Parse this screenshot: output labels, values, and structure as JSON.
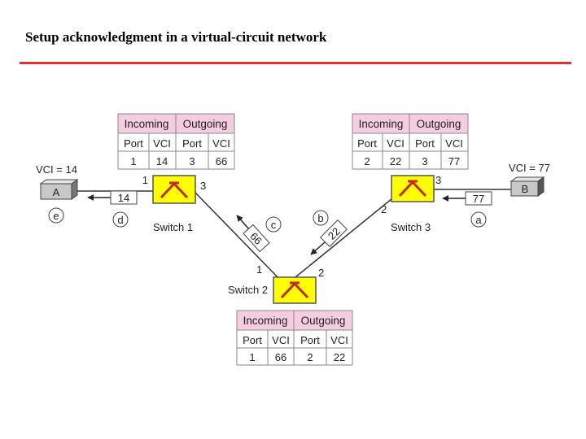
{
  "title": "Setup acknowledgment in a virtual-circuit network",
  "colors": {
    "rule": "#e03030",
    "switch_fill": "#ffff00",
    "header_fill": "#f5cce0",
    "icon": "switch-crossover-icon"
  },
  "tables": {
    "t1": {
      "in_header": "Incoming",
      "out_header": "Outgoing",
      "cols": [
        "Port",
        "VCI",
        "Port",
        "VCI"
      ],
      "row": [
        "1",
        "14",
        "3",
        "66"
      ]
    },
    "t2": {
      "in_header": "Incoming",
      "out_header": "Outgoing",
      "cols": [
        "Port",
        "VCI",
        "Port",
        "VCI"
      ],
      "row": [
        "1",
        "66",
        "2",
        "22"
      ]
    },
    "t3": {
      "in_header": "Incoming",
      "out_header": "Outgoing",
      "cols": [
        "Port",
        "VCI",
        "Port",
        "VCI"
      ],
      "row": [
        "2",
        "22",
        "3",
        "77"
      ]
    }
  },
  "hosts": {
    "a": {
      "label": "A",
      "vci": "VCI = 14"
    },
    "b": {
      "label": "B",
      "vci": "VCI = 77"
    }
  },
  "switches": {
    "s1": {
      "name": "Switch 1",
      "port_left": "1",
      "port_right": "3"
    },
    "s2": {
      "name": "Switch 2",
      "port_in": "1",
      "port_out": "2"
    },
    "s3": {
      "name": "Switch 3",
      "port_right": "3",
      "port_left": "2"
    }
  },
  "frames": {
    "d": "14",
    "c": "66",
    "b": "22",
    "a": "77"
  },
  "steps": [
    "e",
    "d",
    "c",
    "b",
    "a"
  ]
}
